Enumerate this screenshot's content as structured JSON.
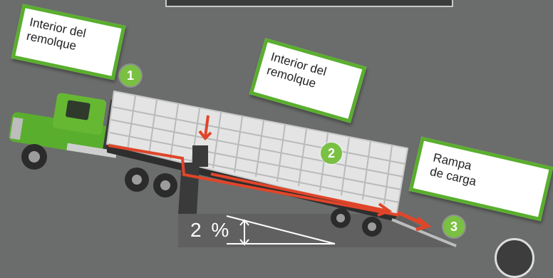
{
  "labels": {
    "trailer_interior_1": {
      "line1": "Interior del",
      "line2": "remolque"
    },
    "trailer_interior_2": {
      "line1": "Interior del",
      "line2": "remolque"
    },
    "loading_ramp": {
      "line1": "Rampa",
      "line2": "de carga"
    }
  },
  "badges": {
    "one": "1",
    "two": "2",
    "three": "3"
  },
  "slope": {
    "text": "2 %"
  },
  "colors": {
    "background": "#6b6d6c",
    "truck_green": "#5aae2e",
    "badge_green": "#7ac043",
    "arrow_red": "#e0452a",
    "trailer_grid": "#e3e4e3"
  }
}
